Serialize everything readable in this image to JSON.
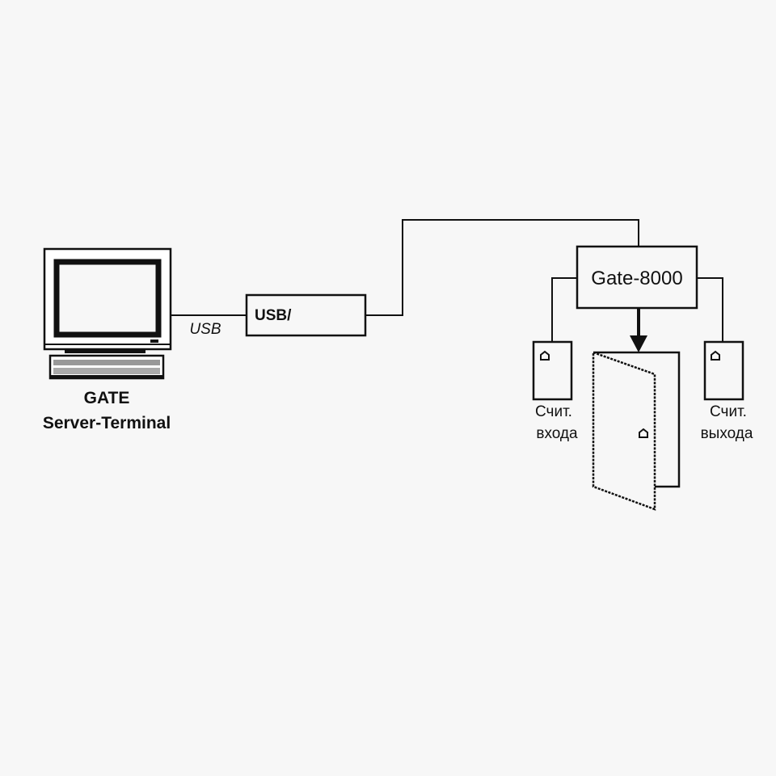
{
  "computer": {
    "label_line1": "GATE",
    "label_line2": "Server-Terminal"
  },
  "link": {
    "usb_label": "USB"
  },
  "converter": {
    "label": "USB/"
  },
  "controller": {
    "label": "Gate-8000"
  },
  "reader_in": {
    "label_line1": "Счит.",
    "label_line2": "входа"
  },
  "reader_out": {
    "label_line1": "Счит.",
    "label_line2": "выхода"
  },
  "colors": {
    "line": "#111111",
    "box_fill": "#f7f7f7",
    "screen_frame": "#ffffff",
    "screen_inner": "#f7f7f7",
    "background": "#f7f7f7"
  }
}
